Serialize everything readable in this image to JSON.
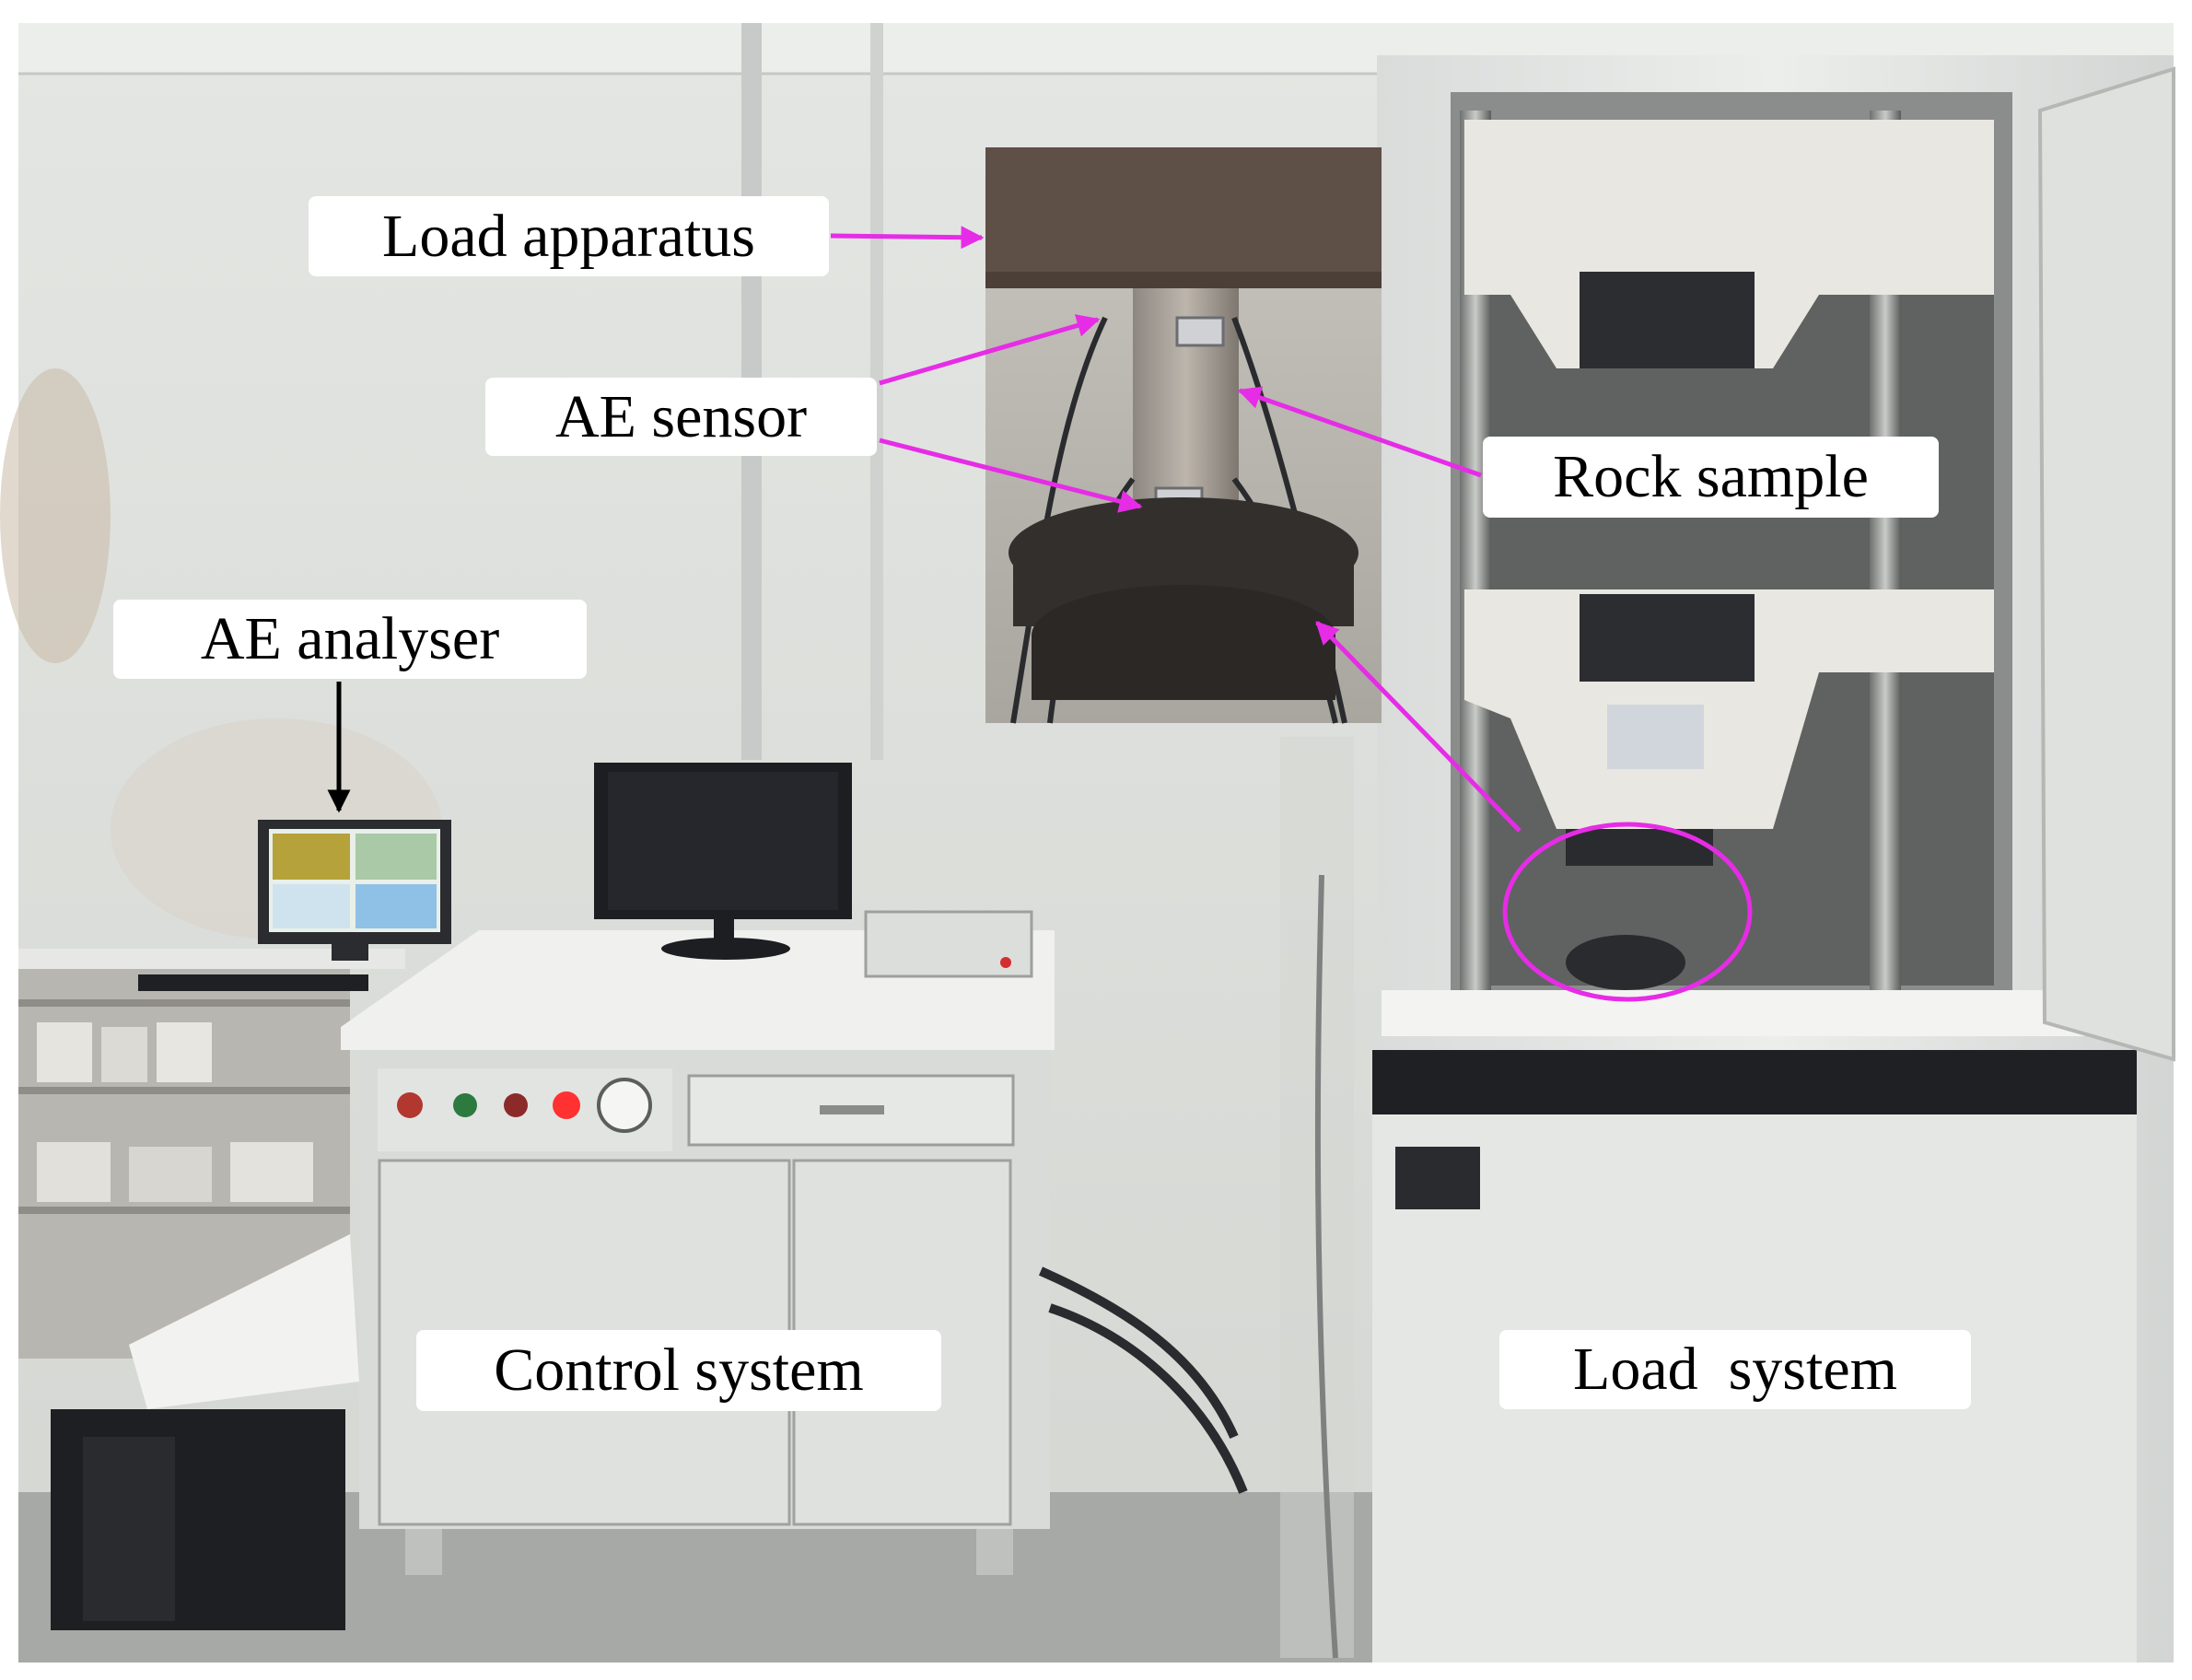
{
  "labels": {
    "load_apparatus": "Load apparatus",
    "ae_sensor": "AE sensor",
    "rock_sample": "Rock sample",
    "ae_analyser": "AE analyser",
    "control_system": "Control system",
    "load_system": "Load  system"
  },
  "colors": {
    "annotation_arrow": "#e62ce6",
    "pointer_arrow": "#000000",
    "label_background": "#ffffff"
  }
}
